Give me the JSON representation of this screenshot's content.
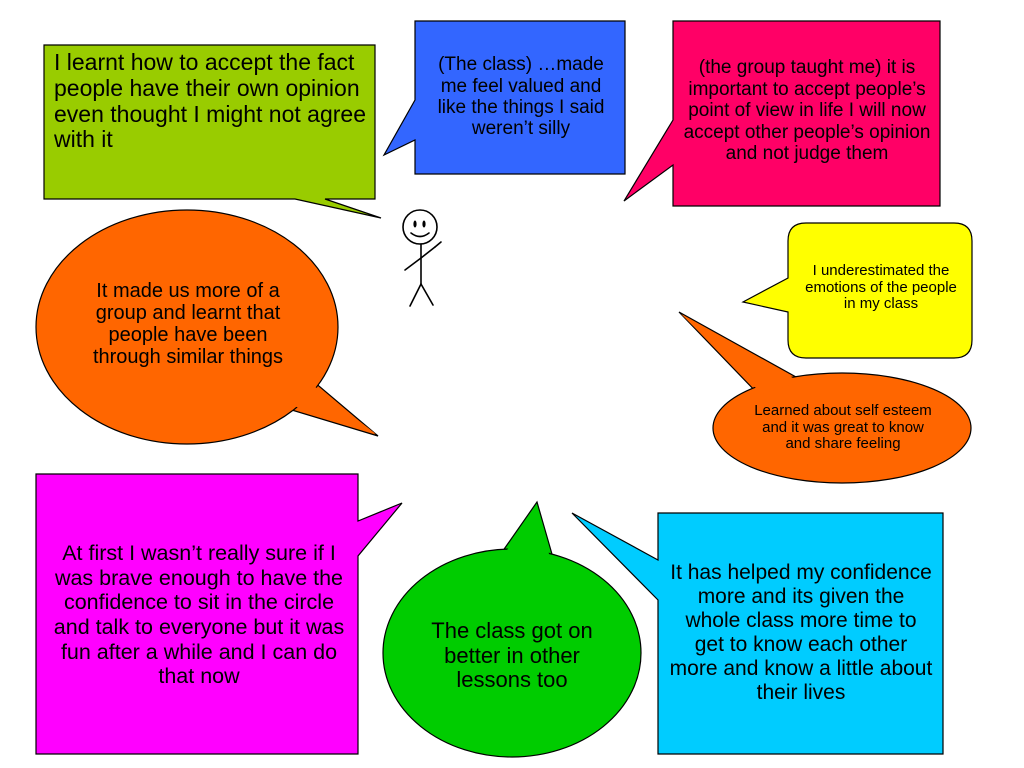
{
  "colors": {
    "lime": "#99cc00",
    "blue": "#3366ff",
    "magenta_red": "#ff0066",
    "orange": "#ff6600",
    "yellow": "#ffff00",
    "magenta": "#ff00ff",
    "green": "#00cc00",
    "cyan": "#00ccff"
  },
  "icons": {
    "figure": "stick-figure-icon"
  },
  "quotes": {
    "accept_opinions": "I learnt how to accept the fact people have their own opinion even thought I might not agree with it",
    "felt_valued": "(The class) …made me feel valued and like the things I said weren’t silly",
    "group_taught": "(the group taught me) it is important to accept people’s point of view in life I will now accept other people’s opinion and not judge them",
    "more_of_a_group": "It made us more of a group and learnt that people have been through similar things",
    "underestimated": "I underestimated the emotions of the people in my class",
    "self_esteem": "Learned about self esteem and it was great to know and share feeling",
    "brave_enough": "At first I wasn’t really sure if I was brave enough to have the confidence to sit in the circle and talk to everyone but it was fun after a while and I can do that now",
    "got_on_better": "The class got on better in other lessons too",
    "helped_confidence": "It has helped my confidence more and its given the whole class more time to get to know each other more and know a little about their lives"
  }
}
